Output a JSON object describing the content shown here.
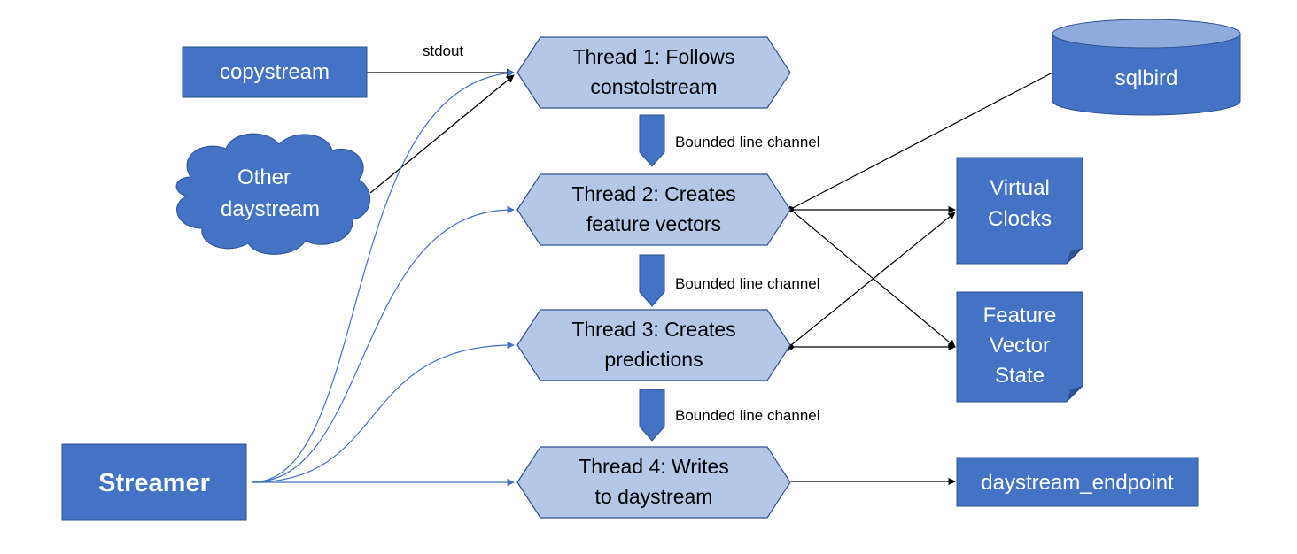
{
  "colors": {
    "box_fill": "#4472C4",
    "box_stroke": "#2F528F",
    "thread_fill": "#B4C7E7",
    "thread_stroke": "#2F528F",
    "cylinder_top": "#8FAADC",
    "black_line": "#000000",
    "blue_line": "#4472C4",
    "white_text": "#FFFFFF",
    "dark_text": "#000000"
  },
  "sources": {
    "copystream": "copystream",
    "other_daystream_line1": "Other",
    "other_daystream_line2": "daystream",
    "streamer": "Streamer"
  },
  "threads": [
    {
      "line1": "Thread 1: Follows",
      "line2": "constolstream"
    },
    {
      "line1": "Thread 2: Creates",
      "line2": "feature vectors"
    },
    {
      "line1": "Thread 3: Creates",
      "line2": "predictions"
    },
    {
      "line1": "Thread 4: Writes",
      "line2": "to daystream"
    }
  ],
  "channels": [
    "Bounded line channel",
    "Bounded line channel",
    "Bounded line channel"
  ],
  "edge_labels": {
    "stdout": "stdout"
  },
  "stores": {
    "sqlbird": "sqlbird",
    "virtual_clocks_line1": "Virtual",
    "virtual_clocks_line2": "Clocks",
    "feature_state_line1": "Feature",
    "feature_state_line2": "Vector",
    "feature_state_line3": "State",
    "endpoint": "daystream_endpoint"
  }
}
